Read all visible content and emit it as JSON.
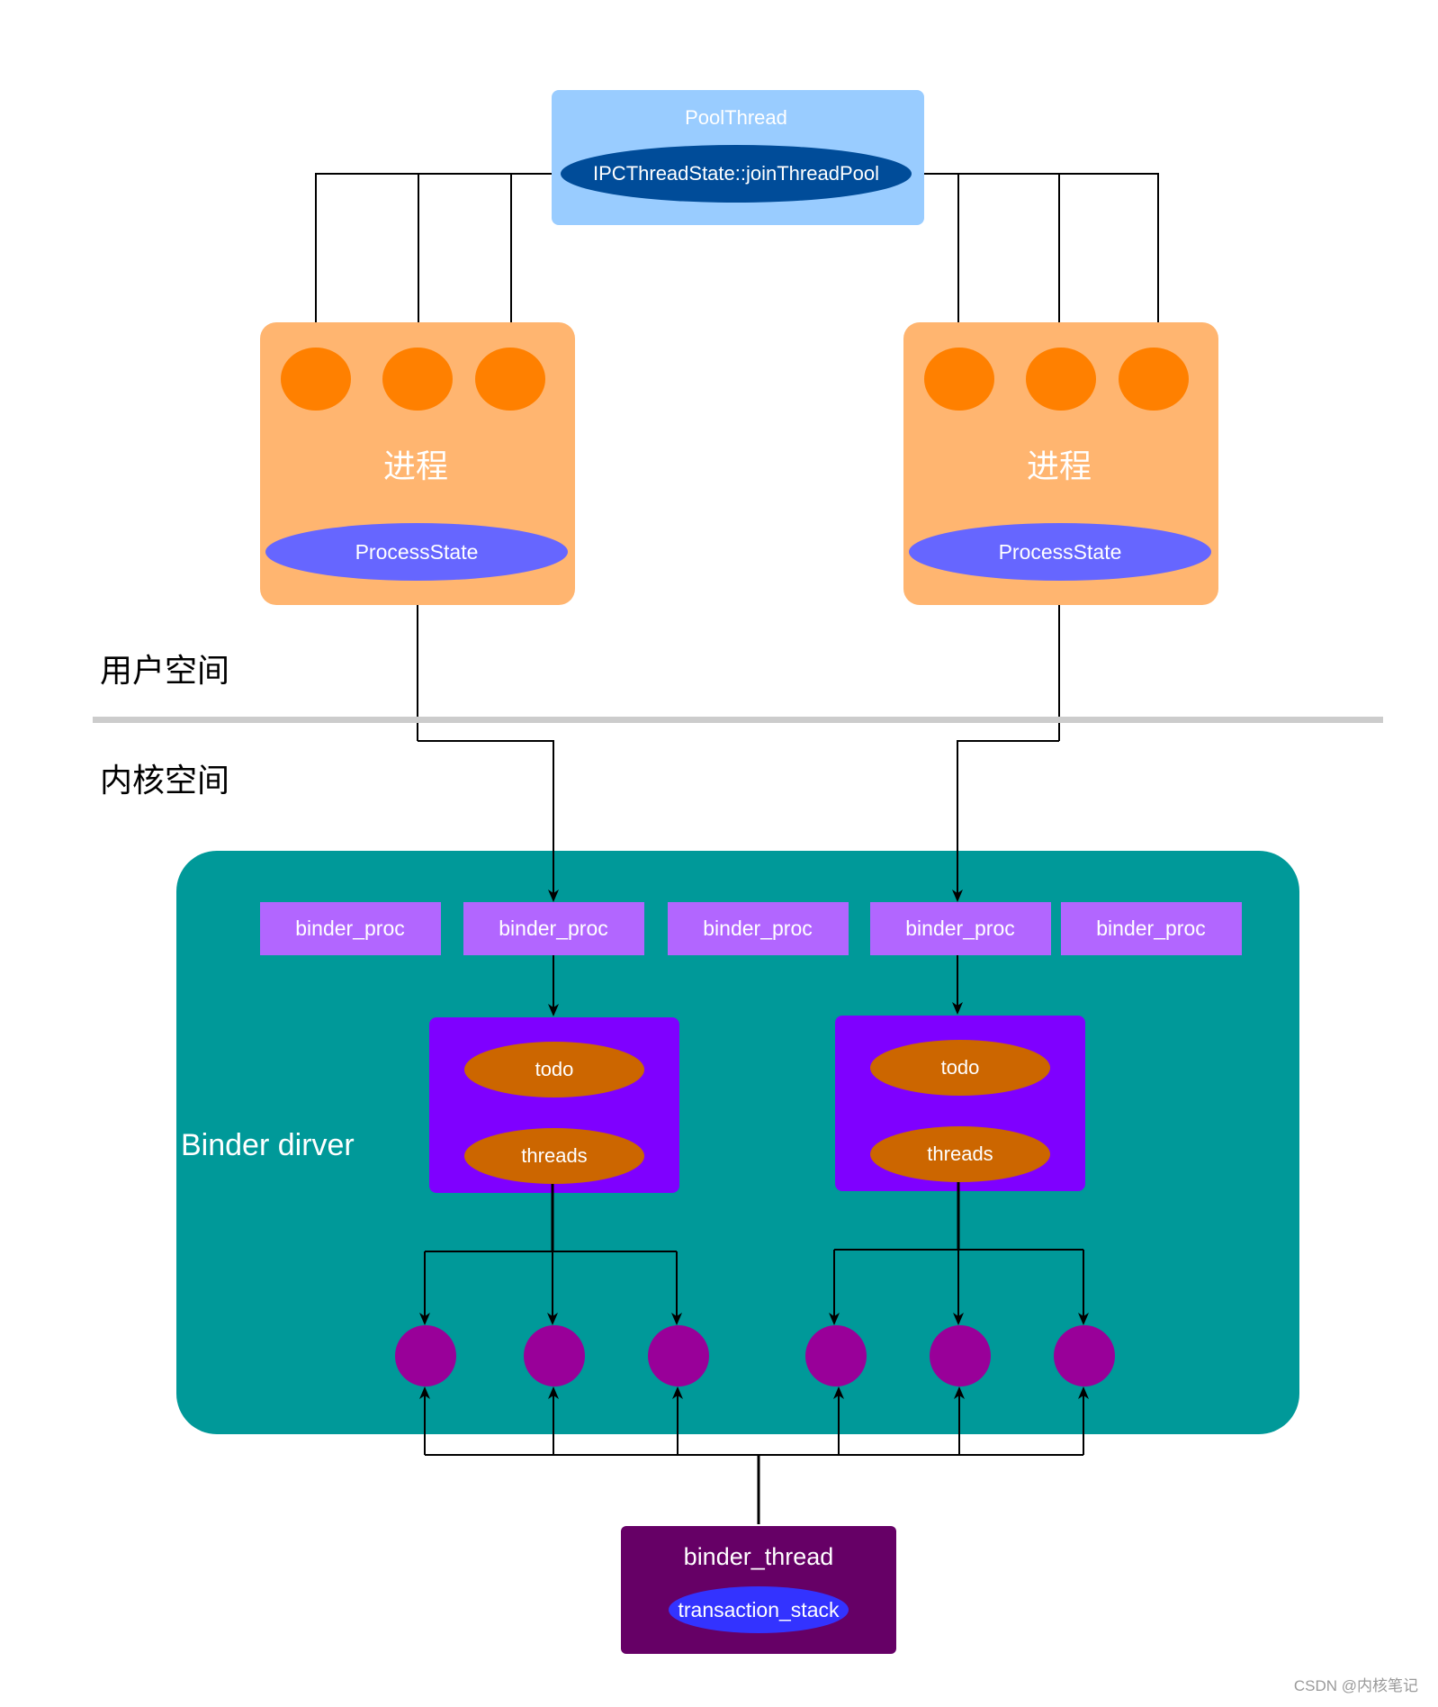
{
  "colors": {
    "poolthread_box": "#99ccff",
    "poolthread_ellipse": "#004c99",
    "process_box": "#ffb570",
    "process_thread": "#ff8000",
    "processstate": "#6666ff",
    "separator": "#cccccc",
    "binder_driver": "#009999",
    "binder_proc": "#b266ff",
    "proc_detail": "#7f00ff",
    "todo_threads": "#cc6600",
    "binder_thread_circle": "#990099",
    "binder_thread_box": "#660066",
    "transaction_stack": "#3333ff",
    "arrow": "#000000",
    "white_text": "#ffffff",
    "dark_text": "#000000"
  },
  "poolthread": {
    "title": "PoolThread",
    "method": "IPCThreadState::joinThreadPool"
  },
  "processes": [
    {
      "title": "进程",
      "state": "ProcessState"
    },
    {
      "title": "进程",
      "state": "ProcessState"
    }
  ],
  "labels": {
    "user_space": "用户空间",
    "kernel_space": "内核空间",
    "binder_driver": "Binder dirver"
  },
  "binder_procs": [
    "binder_proc",
    "binder_proc",
    "binder_proc",
    "binder_proc",
    "binder_proc"
  ],
  "proc_details": [
    {
      "todo": "todo",
      "threads": "threads"
    },
    {
      "todo": "todo",
      "threads": "threads"
    }
  ],
  "binder_thread": {
    "title": "binder_thread",
    "stack": "transaction_stack"
  },
  "watermark": "CSDN @内核笔记"
}
